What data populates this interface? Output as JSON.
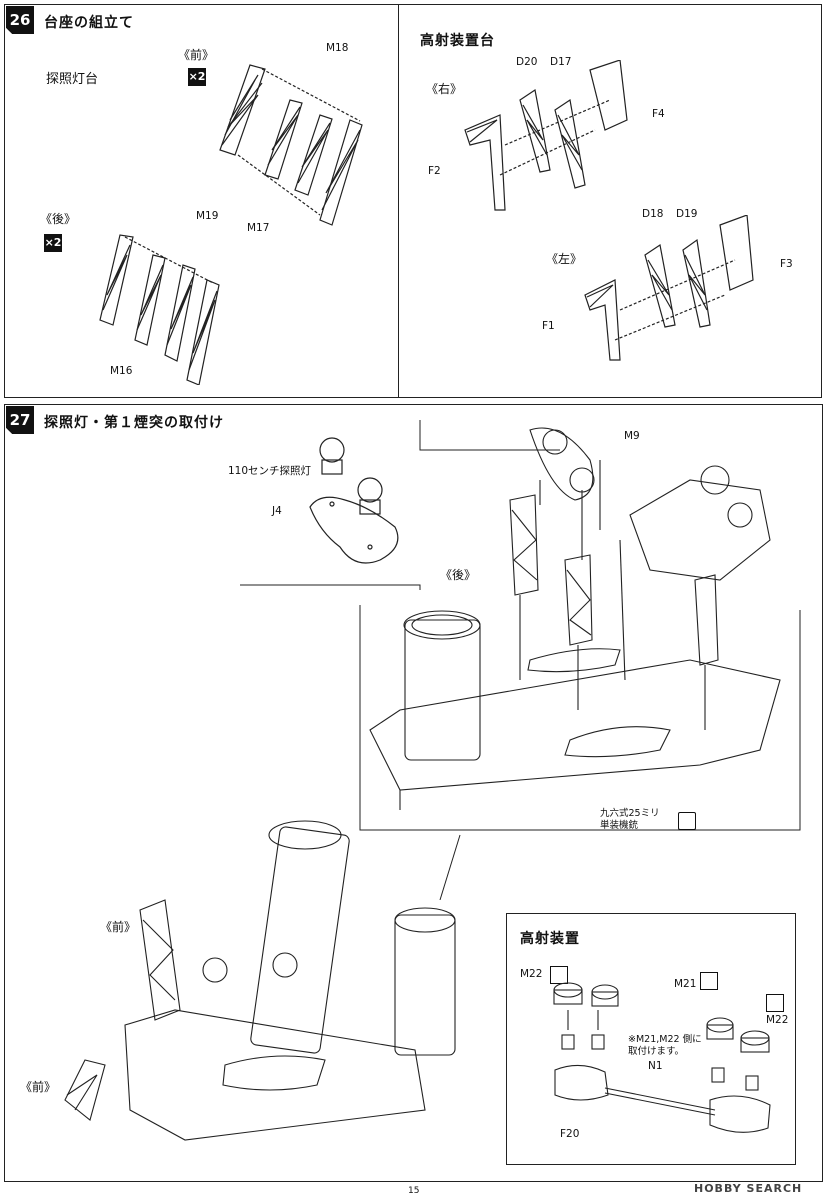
{
  "step26": {
    "number": "26",
    "title": "台座の組立て",
    "searchlight_label": "探照灯台",
    "front_label": "《前》",
    "front_qty": "×2",
    "rear_label": "《後》",
    "rear_qty": "×2",
    "parts": {
      "m18": "M18",
      "m17": "M17",
      "m19": "M19",
      "m16": "M16"
    }
  },
  "aa_base": {
    "title": "高射装置台",
    "right_label": "《右》",
    "left_label": "《左》",
    "parts": {
      "d20": "D20",
      "d17": "D17",
      "f4": "F4",
      "f2": "F2",
      "d18": "D18",
      "d19": "D19",
      "f3": "F3",
      "f1": "F1"
    }
  },
  "step27": {
    "number": "27",
    "title": "探照灯・第１煙突の取付け",
    "light_label": "110センチ探照灯",
    "j4": "J4",
    "m9": "M9",
    "rear_label": "《後》",
    "front_label_1": "《前》",
    "front_label_2": "《前》",
    "gun_label_line1": "九六式25ミリ",
    "gun_label_line2": "単装機銃"
  },
  "aa_director": {
    "title": "高射装置",
    "m22_left": "M22",
    "m21": "M21",
    "m22_right": "M22",
    "note_line1": "※M21,M22 側に",
    "note_line2": "取付けます。",
    "n1": "N1",
    "f20": "F20"
  },
  "footer": {
    "page_number": "15",
    "watermark": "HOBBY SEARCH"
  }
}
